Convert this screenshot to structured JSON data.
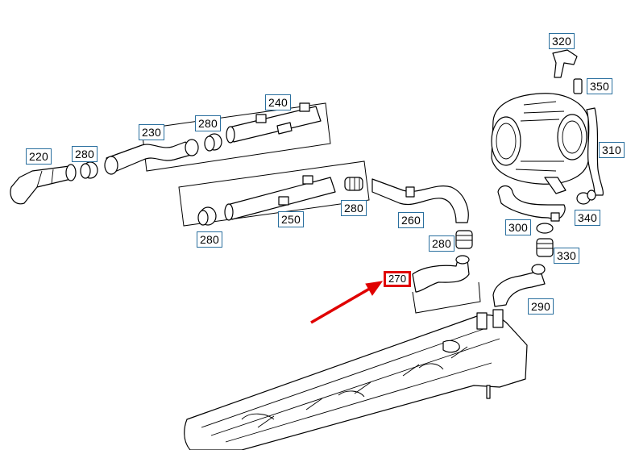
{
  "labels": {
    "l220": "220",
    "l280a": "280",
    "l230": "230",
    "l280b": "280",
    "l240": "240",
    "l250": "250",
    "l280c": "280",
    "l280d": "280",
    "l260": "260",
    "l280e": "280",
    "l270": "270",
    "l300": "300",
    "l320": "320",
    "l350": "350",
    "l310": "310",
    "l340": "340",
    "l330": "330",
    "l290": "290"
  },
  "highlight": {
    "part": "270",
    "color": "#e00000"
  },
  "colors": {
    "callout_border": "#2a6f9e",
    "arrow": "#e00000",
    "line": "#000000"
  }
}
